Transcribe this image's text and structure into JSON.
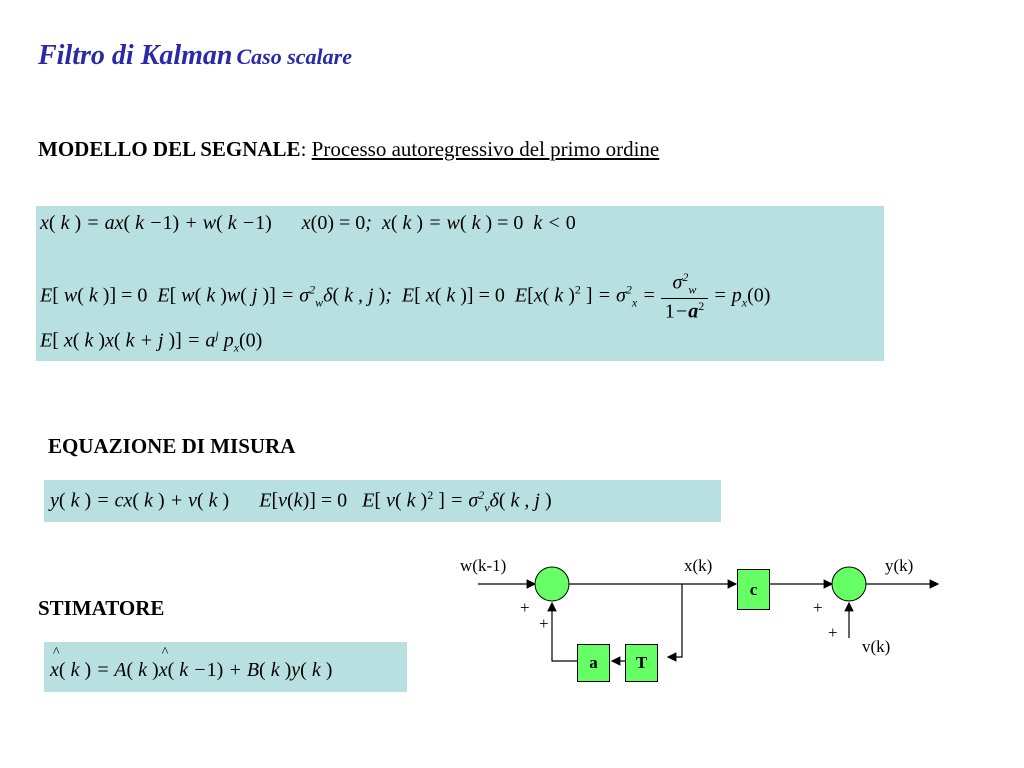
{
  "title": {
    "main": "Filtro di Kalman",
    "sub": "Caso scalare"
  },
  "model": {
    "heading": "MODELLO DEL SEGNALE",
    "colon": ":",
    "description": "Processo autoregressivo del primo ordine"
  },
  "measure": {
    "heading": "EQUAZIONE DI MISURA"
  },
  "estimator": {
    "heading": "STIMATORE"
  },
  "diagram": {
    "w_label": "w(k-1)",
    "x_label": "x(k)",
    "y_label": "y(k)",
    "v_label": "v(k)",
    "c_block": "c",
    "a_block": "a",
    "t_block": "T",
    "plus_1": "+",
    "plus_2": "+",
    "plus_3": "+",
    "plus_4": "+"
  },
  "colors": {
    "title": "#2a2aa8",
    "equation_box": "#b9e0e1",
    "block": "#66ff66"
  }
}
